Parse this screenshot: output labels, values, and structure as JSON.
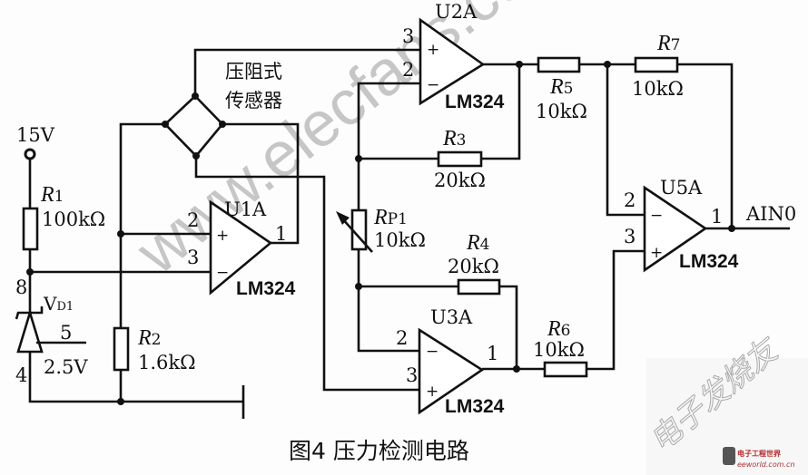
{
  "caption": "图4  压力检测电路",
  "sensor_label": [
    "压阻式",
    "传感器"
  ],
  "supply": "15V",
  "output_net": "AIN0",
  "opamps": [
    {
      "ref": "U1A",
      "part": "LM324",
      "pins": {
        "plus": "2",
        "minus": "3",
        "out": "1"
      }
    },
    {
      "ref": "U2A",
      "part": "LM324",
      "pins": {
        "plus": "3",
        "minus": "2",
        "out": ""
      }
    },
    {
      "ref": "U3A",
      "part": "LM324",
      "pins": {
        "plus": "3",
        "minus": "2",
        "out": "1"
      }
    },
    {
      "ref": "U5A",
      "part": "LM324",
      "pins": {
        "plus": "3",
        "minus": "2",
        "out": "1"
      }
    }
  ],
  "resistors": {
    "R1": {
      "ref": "R",
      "sub": "1",
      "value": "100kΩ"
    },
    "R2": {
      "ref": "R",
      "sub": "2",
      "value": "1.6kΩ"
    },
    "R3": {
      "ref": "R",
      "sub": "3",
      "value": "20kΩ"
    },
    "R4": {
      "ref": "R",
      "sub": "4",
      "value": "20kΩ"
    },
    "R5": {
      "ref": "R",
      "sub": "5",
      "value": "10kΩ"
    },
    "R6": {
      "ref": "R",
      "sub": "6",
      "value": "10kΩ"
    },
    "R7": {
      "ref": "R",
      "sub": "7",
      "value": "10kΩ"
    },
    "RP1": {
      "ref": "R",
      "sub": "P1",
      "value": "10kΩ"
    }
  },
  "zener": {
    "ref": "V",
    "sub": "D1",
    "value": "2.5V",
    "pin_top": "8",
    "pin_bottom": "4",
    "pin_adj": "5"
  },
  "watermarks": {
    "main": "www.elecfans.com",
    "corner": "电子发烧友",
    "logo": "电子工程世界 eeworld.com.cn"
  }
}
